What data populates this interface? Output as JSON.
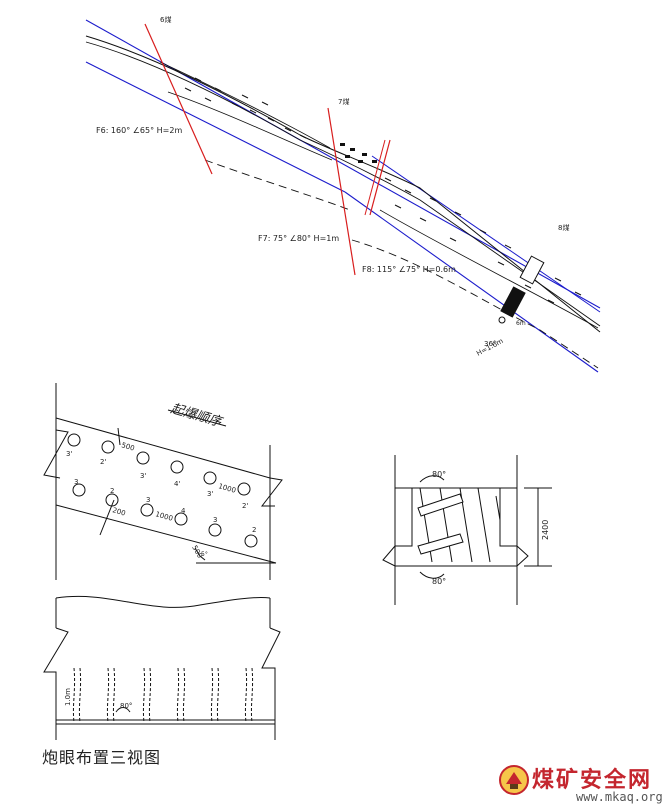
{
  "top_section": {
    "seam_labels": {
      "s6": "6煤",
      "s7": "7煤",
      "s8": "8煤"
    },
    "faults": {
      "f6": "F6: 160° ∠65° H=2m",
      "f7": "F7: 75° ∠80° H=1m",
      "f8": "F8: 115° ∠75° H=0.6m"
    },
    "tunnel_angle": "36°",
    "tunnel_dist": "H=1.6m",
    "tunnel_tag": "6m"
  },
  "front_view": {
    "title": "起爆顺序",
    "hole_labels": [
      "3'",
      "2'",
      "3'",
      "4'",
      "3'",
      "2'",
      "3",
      "2",
      "3",
      "4",
      "3",
      "2"
    ],
    "dim_labels": [
      "500",
      "1000",
      "200",
      "1000",
      "500"
    ],
    "slope_label": "5°"
  },
  "side_view": {
    "height_label": "2400",
    "angle_top": "80°",
    "angle_bottom": "80°"
  },
  "plan_view": {
    "height_label": "1.0m",
    "angle_label": "80°"
  },
  "caption": "炮眼布置三视图",
  "watermark": {
    "name": "煤矿安全网",
    "url": "www.mkaq.org"
  },
  "colors": {
    "ink": "#1a1a1a",
    "seam_blue": "#1c1ccc",
    "fault_red": "#d81e1e",
    "brand": "#c4262e"
  }
}
